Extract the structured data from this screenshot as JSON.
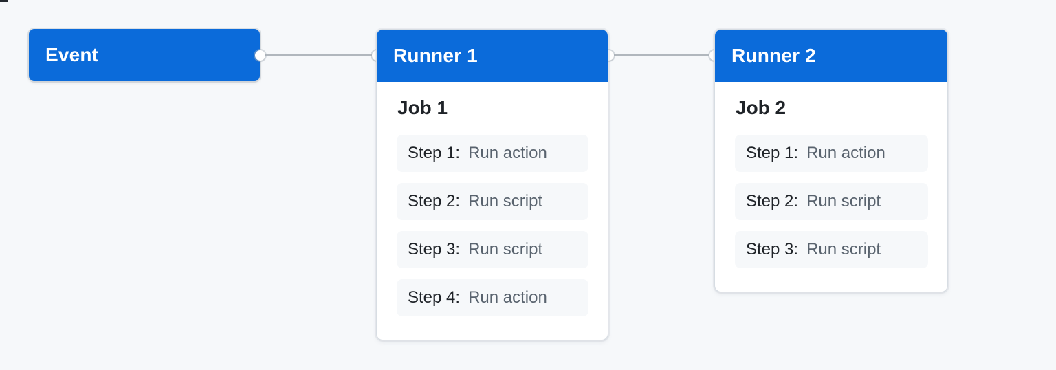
{
  "diagram": {
    "type": "workflow-flow-diagram",
    "connections": [
      {
        "from": "Event",
        "to": "Runner 1"
      },
      {
        "from": "Runner 1",
        "to": "Runner 2"
      }
    ]
  },
  "colors": {
    "background": "#f6f8fa",
    "node_blue": "#0b6bda",
    "node_text": "#ffffff",
    "card_background": "#ffffff",
    "card_border": "#d7dde3",
    "step_background": "#f6f8fa",
    "text_dark": "#1f2328",
    "text_muted": "#59636e",
    "connector_line": "#b1b7bd",
    "connector_dot": "#ffffff"
  },
  "nodes": {
    "event": {
      "label": "Event"
    },
    "runner1": {
      "title": "Runner 1",
      "job": {
        "title": "Job 1",
        "steps": [
          {
            "label": "Step 1:",
            "desc": "Run action"
          },
          {
            "label": "Step 2:",
            "desc": "Run script"
          },
          {
            "label": "Step 3:",
            "desc": "Run script"
          },
          {
            "label": "Step 4:",
            "desc": "Run action"
          }
        ]
      }
    },
    "runner2": {
      "title": "Runner 2",
      "job": {
        "title": "Job 2",
        "steps": [
          {
            "label": "Step 1:",
            "desc": "Run action"
          },
          {
            "label": "Step 2:",
            "desc": "Run script"
          },
          {
            "label": "Step 3:",
            "desc": "Run script"
          }
        ]
      }
    }
  }
}
